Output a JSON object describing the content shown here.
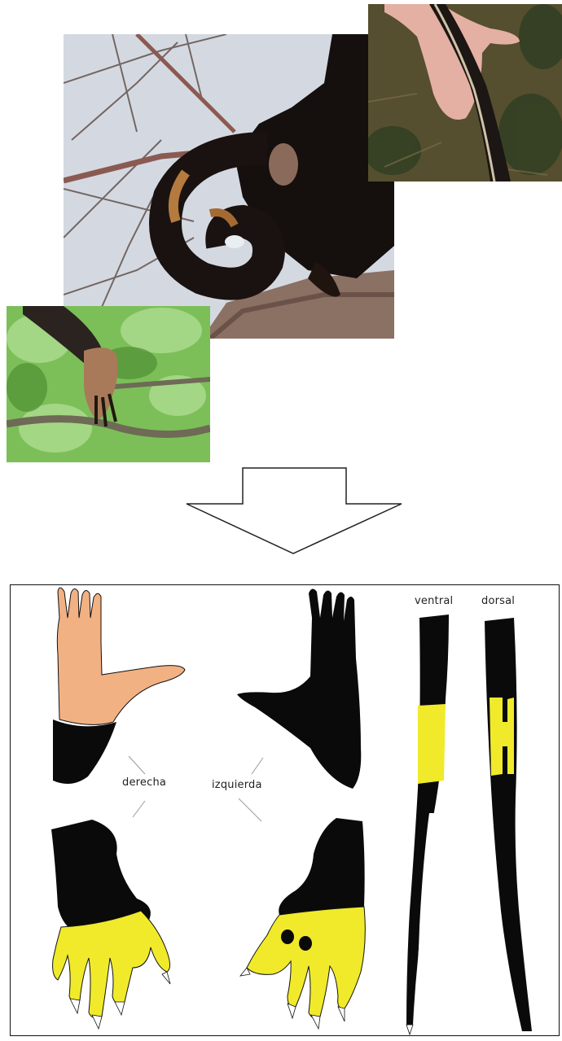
{
  "diagram": {
    "labels": {
      "right": "derecha",
      "left": "izquierda",
      "ventral": "ventral",
      "dorsal": "dorsal"
    },
    "colors": {
      "fur": "#0a0a0a",
      "palm_skin": "#f2b183",
      "markings": "#f0ea2b",
      "claws": "#ffffff"
    }
  }
}
